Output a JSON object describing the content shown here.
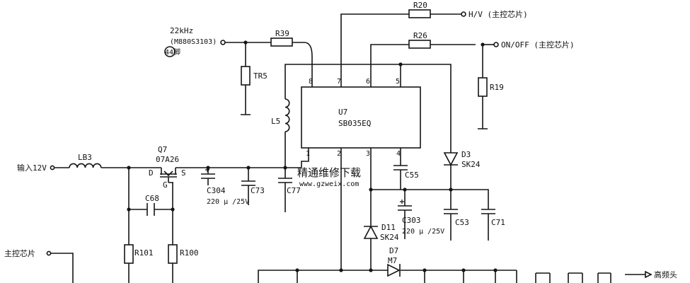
{
  "labels": {
    "freq": "22kHz",
    "freq_ref": "(M880S3103)",
    "pin44": "44脚",
    "input": "输入12V",
    "main_chip": "主控芯片",
    "hv": "H/V (主控芯片)",
    "onoff": "ON/OFF (主控芯片)",
    "high_freq_head": "高频头"
  },
  "ic": {
    "name": "U7",
    "part": "SB035EQ",
    "pins": [
      "1",
      "2",
      "3",
      "4",
      "5",
      "6",
      "7",
      "8"
    ]
  },
  "components": {
    "R20": "R20",
    "R39": "R39",
    "R26": "R26",
    "TR5": "TR5",
    "R19": "R19",
    "L5": "L5",
    "LB3": "LB3",
    "Q7": "Q7",
    "Q7_part": "07A26",
    "Q7_D": "D",
    "Q7_S": "S",
    "Q7_G": "G",
    "C68": "C68",
    "C304": "C304",
    "C304_val": "220 μ /25V",
    "C73": "C73",
    "C77": "C77",
    "C55": "C55",
    "C303": "C303",
    "C303_val": "220 μ /25V",
    "C53": "C53",
    "C71": "C71",
    "D3": "D3",
    "D3_part": "SK24",
    "D11": "D11",
    "D11_part": "SK24",
    "D7": "D7",
    "M7": "M7",
    "R101": "R101",
    "R100": "R100"
  },
  "watermark": {
    "cn": "精通维修下载",
    "url": "www.gzweix.com"
  },
  "colors": {
    "ink": "#151515",
    "watermark": "#f0a8a8"
  }
}
